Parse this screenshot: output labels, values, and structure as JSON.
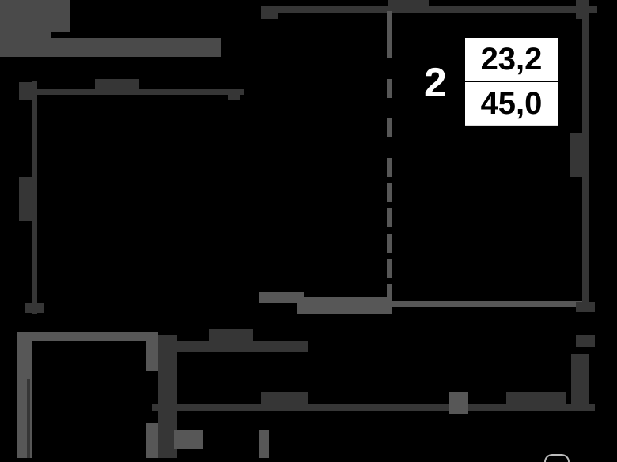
{
  "plan": {
    "room_number": "2",
    "living_area": "23,2",
    "total_area": "45,0"
  },
  "colors": {
    "background": "#000000",
    "dimension_lines": "#363636",
    "walls": "#575757",
    "label_bg": "#ffffff",
    "label_text": "#000000"
  }
}
